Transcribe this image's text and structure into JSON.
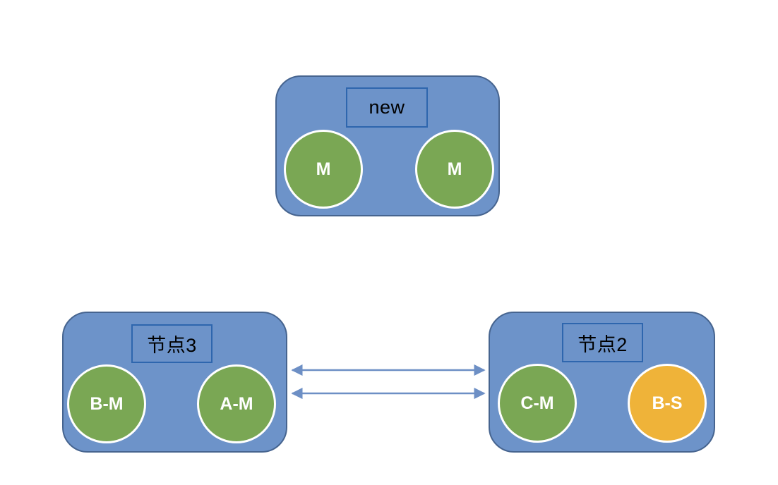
{
  "diagram": {
    "type": "node-replication-diagram",
    "background": "#ffffff"
  },
  "colors": {
    "canvas_bg": "#ffffff",
    "node_fill": "#6d93c9",
    "node_border": "#46648f",
    "label_border": "#2e66ae",
    "label_text": "#000000",
    "green": "#7aa754",
    "gold": "#efb339",
    "circle_border": "#ffffff",
    "circle_text": "#ffffff",
    "arrow": "#6d8fc5"
  },
  "nodes": [
    {
      "id": "new",
      "label": "new",
      "circles": [
        {
          "label": "M",
          "color": "#7aa754"
        },
        {
          "label": "M",
          "color": "#7aa754"
        }
      ]
    },
    {
      "id": "node3",
      "label": "节点3",
      "circles": [
        {
          "label": "B-M",
          "color": "#7aa754"
        },
        {
          "label": "A-M",
          "color": "#7aa754"
        }
      ]
    },
    {
      "id": "node2",
      "label": "节点2",
      "circles": [
        {
          "label": "C-M",
          "color": "#7aa754"
        },
        {
          "label": "B-S",
          "color": "#efb339"
        }
      ]
    }
  ],
  "edges": [
    {
      "from": "节点3",
      "to": "节点2",
      "bidirectional": true
    },
    {
      "from": "节点3",
      "to": "节点2",
      "bidirectional": true
    }
  ]
}
